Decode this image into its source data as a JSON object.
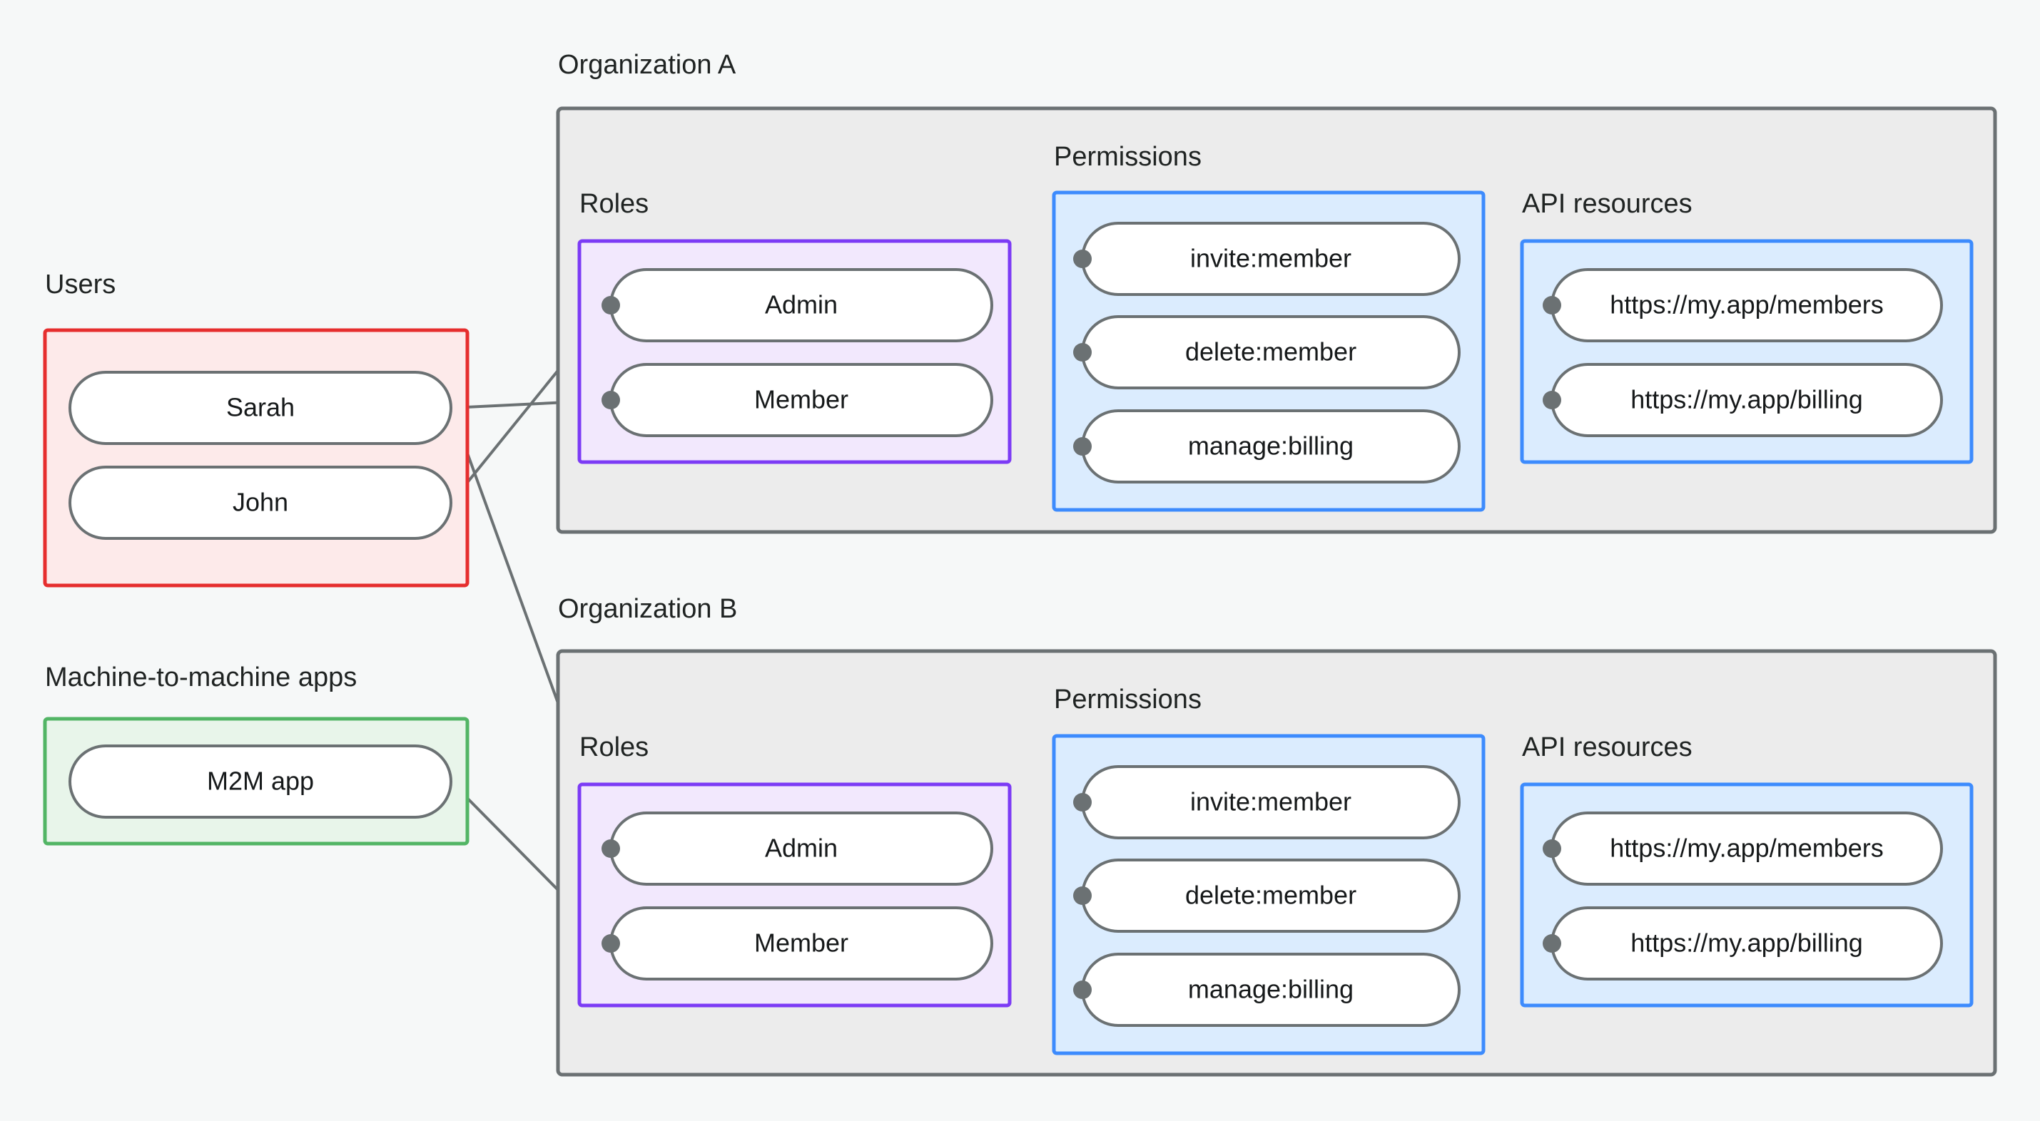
{
  "page": {
    "background_color": "#f6f8f8",
    "title": "Organization roles and permissions diagram"
  },
  "palette": {
    "users_border": "#e62e2e",
    "users_fill": "#fdeaea",
    "m2m_border": "#52b565",
    "m2m_fill": "#e8f5ea",
    "org_border": "#6b7173",
    "org_fill": "#ececec",
    "roles_border": "#7c3bf5",
    "roles_fill": "#f2e8fd",
    "permissions_border": "#3d8bfd",
    "permissions_fill": "#dbecfe",
    "api_border": "#3d8bfd",
    "api_fill": "#dbecfe",
    "pill_border": "#6b7173",
    "pill_fill": "#ffffff",
    "edge": "#6b7173",
    "text": "#16191a"
  },
  "groups": {
    "users": {
      "label": "Users",
      "items": [
        {
          "id": "sarah",
          "label": "Sarah"
        },
        {
          "id": "john",
          "label": "John"
        }
      ]
    },
    "m2m": {
      "label": "Machine-to-machine apps",
      "items": [
        {
          "id": "m2m_app",
          "label": "M2M app"
        }
      ]
    },
    "org_a": {
      "label": "Organization A",
      "roles": {
        "label": "Roles",
        "items": [
          {
            "id": "a_admin",
            "label": "Admin"
          },
          {
            "id": "a_member",
            "label": "Member"
          }
        ]
      },
      "permissions": {
        "label": "Permissions",
        "items": [
          {
            "id": "a_invite",
            "label": "invite:member"
          },
          {
            "id": "a_delete",
            "label": "delete:member"
          },
          {
            "id": "a_billing",
            "label": "manage:billing"
          }
        ]
      },
      "api_resources": {
        "label": "API resources",
        "items": [
          {
            "id": "a_res_members",
            "label": "https://my.app/members"
          },
          {
            "id": "a_res_billing",
            "label": "https://my.app/billing"
          }
        ]
      }
    },
    "org_b": {
      "label": "Organization B",
      "roles": {
        "label": "Roles",
        "items": [
          {
            "id": "b_admin",
            "label": "Admin"
          },
          {
            "id": "b_member",
            "label": "Member"
          }
        ]
      },
      "permissions": {
        "label": "Permissions",
        "items": [
          {
            "id": "b_invite",
            "label": "invite:member"
          },
          {
            "id": "b_delete",
            "label": "delete:member"
          },
          {
            "id": "b_billing",
            "label": "manage:billing"
          }
        ]
      },
      "api_resources": {
        "label": "API resources",
        "items": [
          {
            "id": "b_res_members",
            "label": "https://my.app/members"
          },
          {
            "id": "b_res_billing",
            "label": "https://my.app/billing"
          }
        ]
      }
    }
  },
  "connections": [
    {
      "from": "john",
      "to": "a_admin"
    },
    {
      "from": "sarah",
      "to": "a_member"
    },
    {
      "from": "sarah",
      "to": "b_admin"
    },
    {
      "from": "m2m_app",
      "to": "b_member"
    },
    {
      "from": "a_admin",
      "to": "a_invite"
    },
    {
      "from": "a_admin",
      "to": "a_delete"
    },
    {
      "from": "a_member",
      "to": "a_billing"
    },
    {
      "from": "a_invite",
      "to": "a_res_members"
    },
    {
      "from": "a_delete",
      "to": "a_res_members"
    },
    {
      "from": "a_billing",
      "to": "a_res_billing"
    },
    {
      "from": "b_admin",
      "to": "b_invite"
    },
    {
      "from": "b_admin",
      "to": "b_delete"
    },
    {
      "from": "b_member",
      "to": "b_billing"
    },
    {
      "from": "b_invite",
      "to": "b_res_members"
    },
    {
      "from": "b_delete",
      "to": "b_res_members"
    },
    {
      "from": "b_billing",
      "to": "b_res_billing"
    }
  ]
}
